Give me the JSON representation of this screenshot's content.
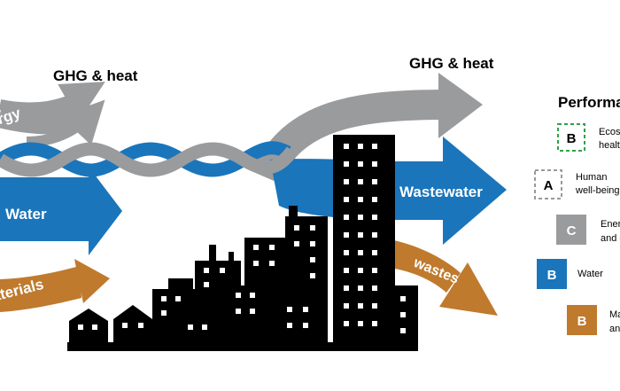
{
  "flows": {
    "ghg_heat_left": "GHG & heat",
    "ghg_heat_right": "GHG & heat",
    "energy": "Energy",
    "water": "Water",
    "wastewater": "Wastewater",
    "materials": "Materials",
    "wastes": "wastes"
  },
  "performance": {
    "title": "Performance",
    "items": [
      {
        "grade": "B",
        "label_line1": "Ecosystem",
        "label_line2": "health",
        "color": "#2ea24a",
        "style": "dashed"
      },
      {
        "grade": "A",
        "label_line1": "Human",
        "label_line2": "well-being",
        "color": "#999999",
        "style": "dashed"
      },
      {
        "grade": "C",
        "label_line1": "Energy",
        "label_line2": "and climate",
        "color": "#9a9b9d",
        "style": "solid"
      },
      {
        "grade": "B",
        "label_line1": "Water",
        "label_line2": "",
        "color": "#1a75bb",
        "style": "solid"
      },
      {
        "grade": "B",
        "label_line1": "Materials",
        "label_line2": "and waste",
        "color": "#bf7a2d",
        "style": "solid"
      }
    ]
  },
  "colors": {
    "energy_gray": "#9a9b9d",
    "water_blue": "#1a75bb",
    "materials_brown": "#bf7a2d",
    "ecosystem_green": "#2ea24a",
    "city_black": "#000000"
  },
  "icons": [
    "city-skyline-icon"
  ]
}
